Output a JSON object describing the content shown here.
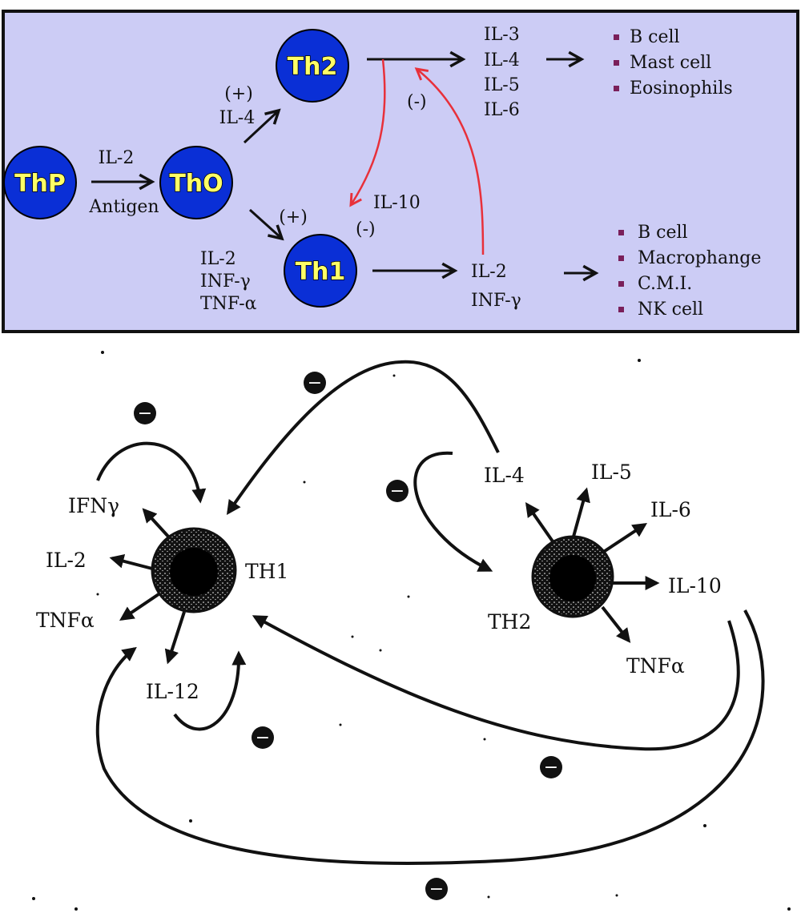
{
  "top_panel": {
    "colors": {
      "background": "#ccccf5",
      "border": "#111111",
      "cell_fill": "#0a2fd6",
      "cell_text": "#ffff66",
      "feedback_arrow": "#e8303a"
    },
    "cells": {
      "thp": "ThP",
      "th0": "ThO",
      "th2": "Th2",
      "th1": "Th1"
    },
    "thp_to_th0": {
      "upper": "IL-2",
      "lower": "Antigen"
    },
    "th0_to_th2": {
      "sign": "(+)",
      "label": "IL-4"
    },
    "th0_to_th1": {
      "sign": "(+)"
    },
    "th1_products": [
      "IL-2",
      "INF-γ",
      "TNF-α"
    ],
    "th2_outputs": [
      "IL-3",
      "IL-4",
      "IL-5",
      "IL-6"
    ],
    "th2_targets": [
      "B cell",
      "Mast cell",
      "Eosinophils"
    ],
    "th1_outputs": [
      "IL-2",
      "INF-γ"
    ],
    "th1_targets": [
      "B cell",
      "Macrophange",
      "C.M.I.",
      "NK cell"
    ],
    "feedback": {
      "th2_to_th1_label": "IL-10",
      "th2_to_th1_sign": "(-)",
      "th1_to_th2_sign": "(-)"
    }
  },
  "bottom_panel": {
    "th1_label": "TH1",
    "th2_label": "TH2",
    "th1_products": {
      "ifn": "IFNγ",
      "il2": "IL-2",
      "tnf": "TNFα",
      "il12": "IL-12"
    },
    "th2_products": {
      "il4": "IL-4",
      "il5": "IL-5",
      "il6": "IL-6",
      "il10": "IL-10",
      "tnf": "TNFα"
    },
    "sign_symbol": "−"
  }
}
